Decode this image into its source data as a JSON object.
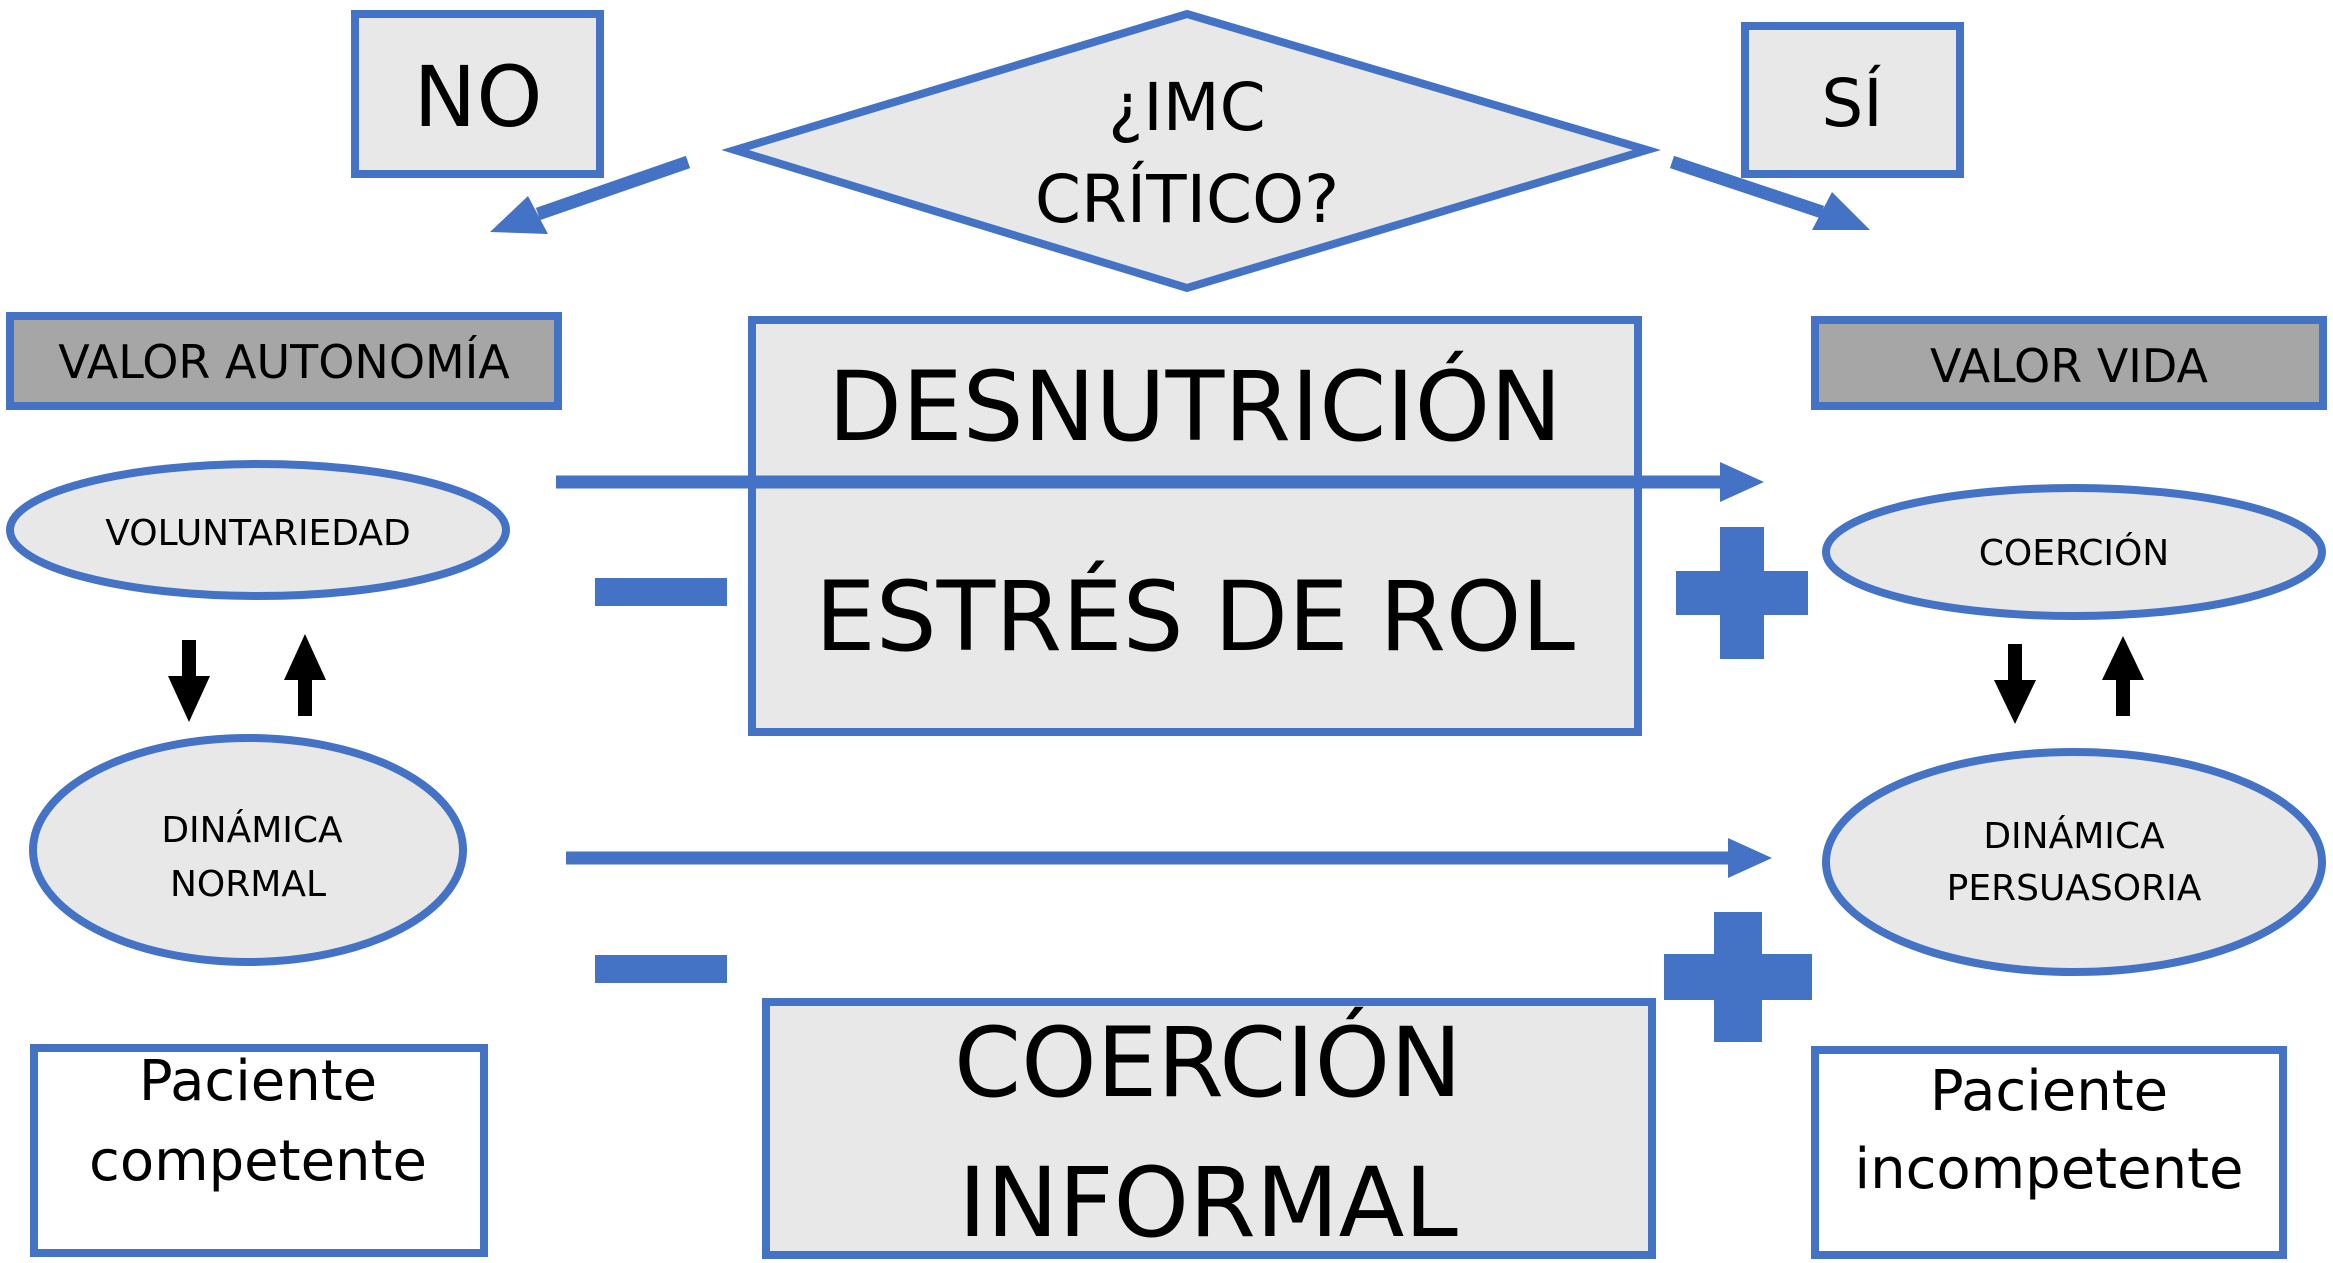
{
  "diagram": {
    "question": {
      "line1": "¿IMC",
      "line2": "CRÍTICO?"
    },
    "no_label": "NO",
    "yes_label": "SÍ",
    "left": {
      "value_label": "VALOR AUTONOMÍA",
      "voluntariness": "VOLUNTARIEDAD",
      "dynamics": {
        "line1": "DINÁMICA",
        "line2": "NORMAL"
      },
      "patient": {
        "line1": "Paciente",
        "line2": "competente"
      }
    },
    "right": {
      "value_label": "VALOR VIDA",
      "coercion": "COERCIÓN",
      "dynamics": {
        "line1": "DINÁMICA",
        "line2": "PERSUASORIA"
      },
      "patient": {
        "line1": "Paciente",
        "line2": "incompetente"
      }
    },
    "center": {
      "malnutrition": "DESNUTRICIÓN",
      "role_stress": "ESTRÉS DE ROL",
      "informal_coercion": {
        "line1": "COERCIÓN",
        "line2": "INFORMAL"
      }
    }
  },
  "colors": {
    "accent": "#4472c4",
    "box_fill": "#e8e8e8",
    "value_fill": "#a6a6a6"
  }
}
